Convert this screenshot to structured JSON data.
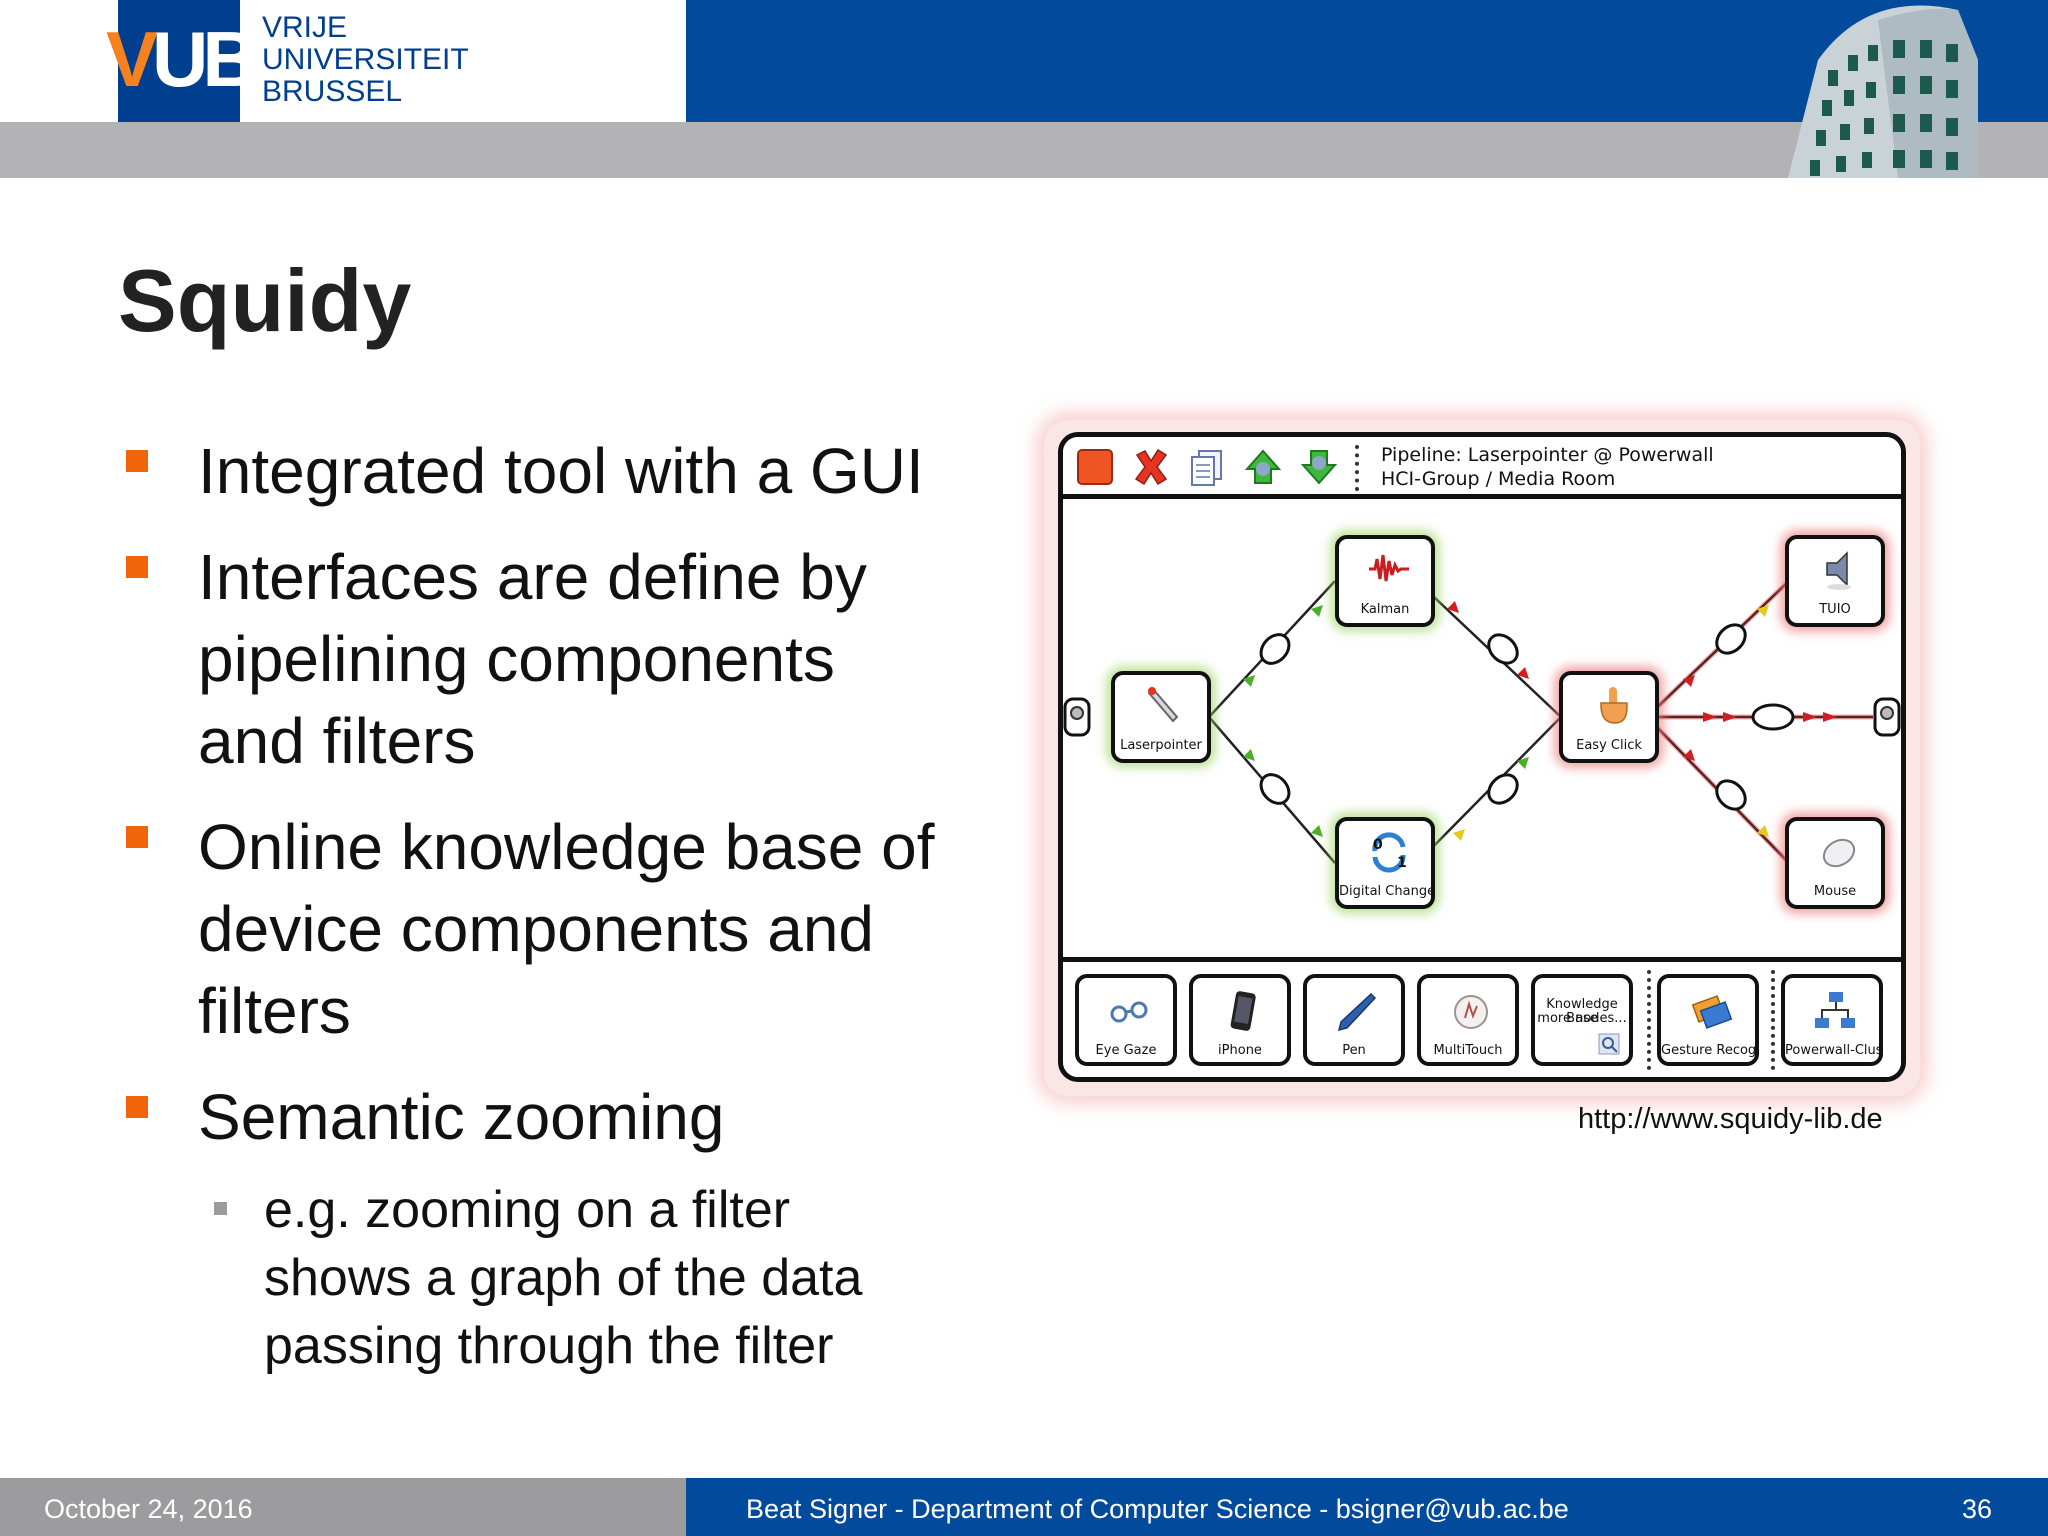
{
  "header": {
    "logo_mark": "VUB",
    "logo_lines": [
      "VRIJE",
      "UNIVERSITEIT",
      "BRUSSEL"
    ]
  },
  "slide": {
    "title": "Squidy",
    "bullets": [
      {
        "text": "Integrated tool with a GUI"
      },
      {
        "lines": [
          "Interfaces are define by",
          "pipelining components",
          "and filters"
        ]
      },
      {
        "lines": [
          "Online knowledge base of",
          "device components and",
          "filters"
        ]
      },
      {
        "text": "Semantic zooming",
        "sub": [
          "e.g. zooming on a filter",
          "shows a graph of the data",
          "passing through the filter"
        ]
      }
    ]
  },
  "squidy": {
    "pipeline_title": "Pipeline: Laserpointer @ Powerwall",
    "pipeline_subtitle": "HCI-Group / Media Room",
    "toolbar_icons": [
      "stop-icon",
      "delete-icon",
      "copy-icon",
      "zoom-in-icon",
      "zoom-out-icon"
    ],
    "nodes": {
      "laserpointer": "Laserpointer",
      "kalman": "Kalman",
      "digital_change": "Digital Change",
      "easy_click": "Easy Click",
      "tuio": "TUIO",
      "mouse": "Mouse"
    },
    "palette": [
      "Eye Gaze",
      "iPhone",
      "Pen",
      "MultiTouch",
      "Gesture Recog...",
      "Powerwall-Clus..."
    ],
    "knowledge_base": [
      "Knowledge Base",
      "more nodes..."
    ],
    "colors": {
      "green_glow": "#96d25a",
      "red_glow": "#eb7878",
      "arrow_green": "#4caf28",
      "arrow_red": "#d21e1e",
      "arrow_yellow": "#e6c81e"
    }
  },
  "source_url": "http://www.squidy-lib.de",
  "footer": {
    "date": "October 24, 2016",
    "author": "Beat Signer - Department of Computer Science - bsigner@vub.ac.be",
    "page": "36"
  },
  "colors": {
    "brand_blue": "#024b9c",
    "accent_orange": "#f0640a",
    "band_grey": "#b3b2b4"
  }
}
